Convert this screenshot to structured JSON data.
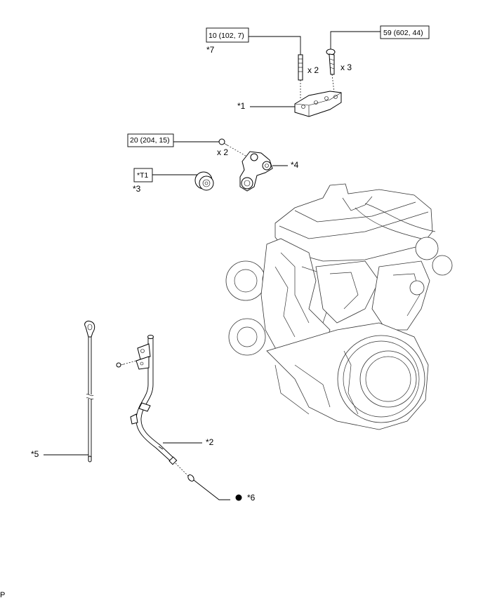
{
  "callouts": {
    "part1": "*1",
    "part2": "*2",
    "part3": "*3",
    "part4": "*4",
    "part5": "*5",
    "part6": "*6",
    "part7": "*7"
  },
  "torques": {
    "stud": "10 (102, 7)",
    "bolt_top": "59 (602, 44)",
    "bolt_small": "20 (204, 15)",
    "tool": "*T1"
  },
  "quantities": {
    "stud_qty": "x 2",
    "bolt_top_qty": "x 3",
    "bolt_small_qty": "x 2"
  },
  "footer_code": "P"
}
